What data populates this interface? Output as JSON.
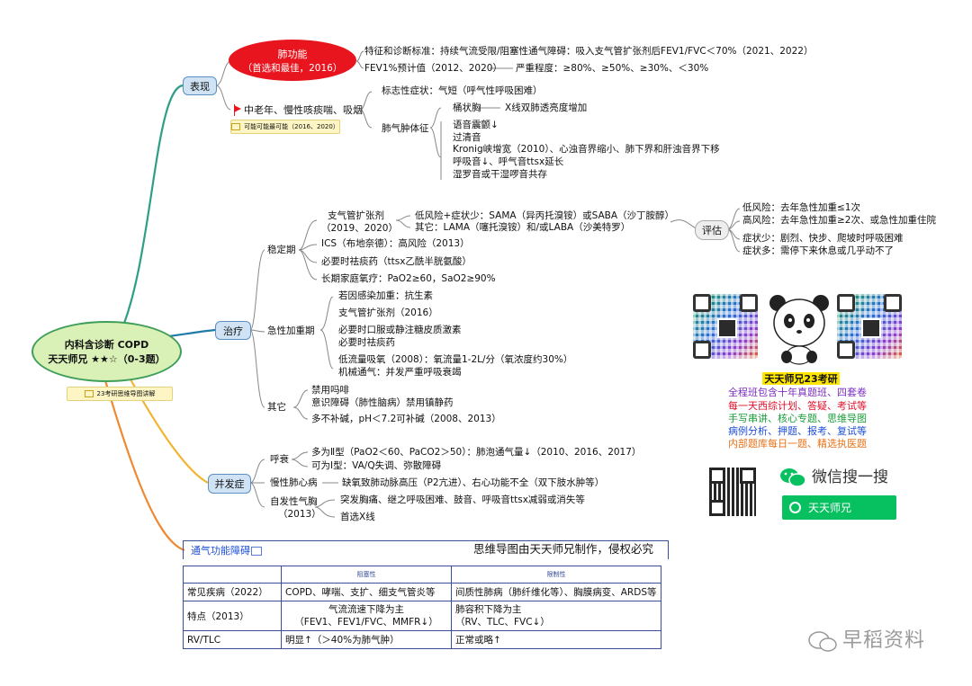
{
  "root": {
    "title": "内科含诊断 COPD",
    "subtitle": "天天师兄 ★★☆（0-3题）",
    "note": "23考研思维导图讲解"
  },
  "branches": {
    "biaoxian": "表现",
    "zhiliao": "治疗",
    "bingfa": "并发症"
  },
  "lung": {
    "bubble_title": "肺功能",
    "bubble_sub": "（首选和最佳，2016）",
    "feature": "特征和诊断标准：持续气流受限/阻塞性通气障碍：吸入支气管扩张剂后FEV1/FVC＜70%（2021、2022）",
    "fev1": "FEV1%预计值（2012、2020）",
    "severity": "严重程度：≥80%、≥50%、≥30%、＜30%"
  },
  "symptom": {
    "patient": "中老年、慢性咳痰喘、吸烟",
    "note": "可能可能最可能（2016、2020）",
    "sign_label": "标志性症状：气短（呼气性呼吸困难）",
    "emphysema_sign": "肺气肿体征",
    "barrel": "桶状胸",
    "xray": "X线双肺透亮度增加",
    "items": [
      "语音震颤↓",
      "过清音",
      "Kronig峡增宽（2010）、心浊音界缩小、肺下界和肝浊音界下移",
      "呼吸音↓、呼气音ttsx延长",
      "湿罗音或干湿啰音共存"
    ]
  },
  "stable": {
    "label": "稳定期",
    "broncho": "支气管扩张剂",
    "broncho_year": "（2019、2020）",
    "low_risk": "低风险+症状少：SAMA（异丙托溴铵）或SABA（沙丁胺醇）",
    "other": "其它：LAMA（噻托溴铵）和/或LABA（沙美特罗）",
    "ics": "ICS（布地奈德）：高风险（2013）",
    "expect": "必要时祛痰药（ttsx乙酰半胱氨酸）",
    "oxygen": "长期家庭氧疗：PaO2≥60，SaO2≥90%",
    "eval": "评估",
    "eval_items": [
      "低风险：去年急性加重≤1次",
      "高风险：去年急性加重≥2次、或急性加重住院",
      "症状少：剧烈、快步、爬坡时呼吸困难",
      "症状多：需停下来休息或几乎动不了"
    ]
  },
  "acute": {
    "label": "急性加重期",
    "items": [
      "若因感染加重：抗生素",
      "支气管扩张剂（2016）",
      "必要时口服或静注糖皮质激素",
      "必要时祛痰药",
      "低流量吸氧（2008）：氧流量1-2L/分（氧浓度约30%）",
      "机械通气：并发严重呼吸衰竭"
    ]
  },
  "other": {
    "label": "其它",
    "items": [
      "禁用吗啡",
      "意识障碍（肺性脑病）禁用镇静药",
      "多不补碱，pH＜7.2可补碱（2008、2013）"
    ]
  },
  "complications": {
    "resp_failure": "呼衰",
    "rf_type2": "多为Ⅱ型（PaO2＜60、PaCO2＞50）：肺泡通气量↓（2010、2016、2017）",
    "rf_type1": "可为Ⅰ型：VA/Q失调、弥散障碍",
    "corpulmonale": "慢性肺心病",
    "cp_desc": "缺氧致肺动脉高压（P2亢进）、右心功能不全（双下肢水肿等）",
    "pneumothorax": "自发性气胸",
    "ptx_year": "（2013）",
    "ptx_items": [
      "突发胸痛、继之呼吸困难、鼓音、呼吸音ttsx减弱或消失等",
      "首选X线"
    ]
  },
  "table": {
    "title": "通气功能障碍",
    "copyright": "思维导图由天天师兄制作，侵权必究",
    "head": [
      "",
      "阻塞性",
      "限制性"
    ],
    "rows": [
      [
        "常见疾病（2022）",
        "COPD、哮喘、支扩、细支气管炎等",
        "间质性肺病（肺纤维化等）、胸膜病变、ARDS等"
      ],
      [
        "特点（2013）",
        "气流流速下降为主\n（FEV1、FEV1/FVC、MMFR↓）",
        "肺容积下降为主\n（RV、TLC、FVC↓）"
      ],
      [
        "RV/TLC",
        "明显↑（＞40%为肺气肿）",
        "正常或略↑"
      ]
    ]
  },
  "promo": {
    "name": "天天师兄23考研",
    "lines": [
      "全程班包含十年真题班、四套卷",
      "每一天西综计划、答疑、考试等",
      "手写串讲、核心专题、思维导图",
      "病例分析、押题、报考、复试等",
      "内部题库每日一题、精选执医题"
    ],
    "line_colors": [
      "#7b2fbf",
      "#e0112b",
      "#1a9e3a",
      "#1f4fd8",
      "#e8731a"
    ],
    "wechat_search": "微信搜一搜",
    "search_term": "天天师兄"
  },
  "watermark": "早稻资料",
  "colors": {
    "accent_red": "#e8141e",
    "wechat_green": "#07c160",
    "root_green": "#d9f0b6"
  }
}
